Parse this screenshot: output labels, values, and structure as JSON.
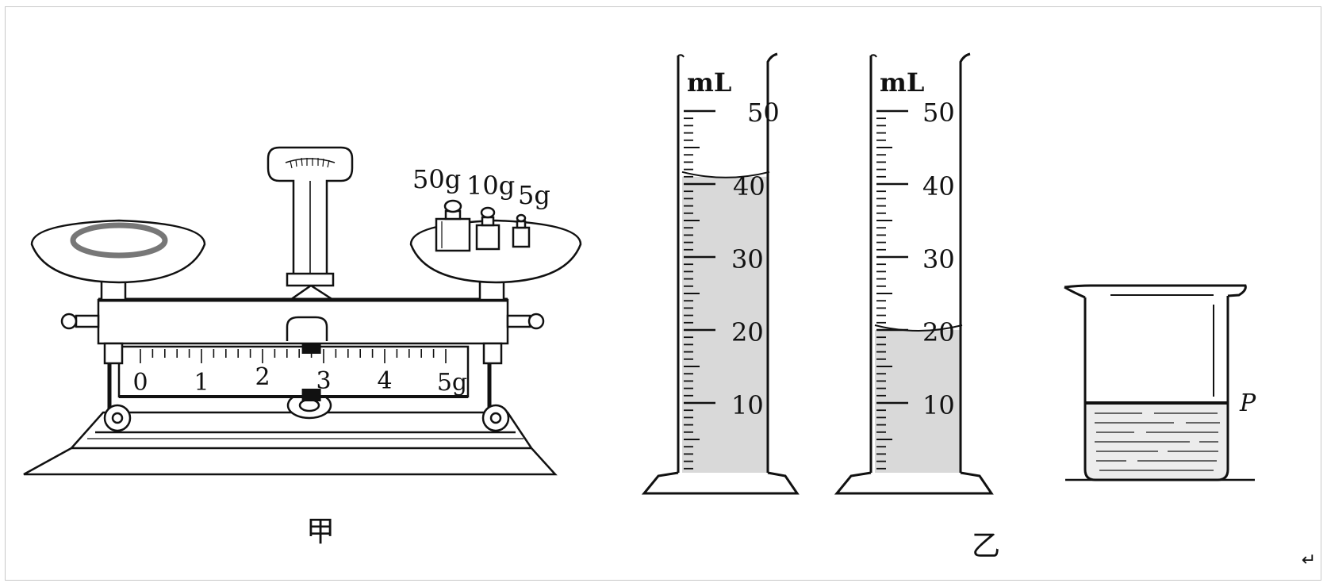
{
  "balance": {
    "weights": [
      "50g",
      "10g",
      "5g"
    ],
    "scale_numbers": [
      "0",
      "1",
      "2",
      "3",
      "4",
      "5g"
    ],
    "rider_reading": 2.8,
    "caption": "甲"
  },
  "cylinders": [
    {
      "unit": "mL",
      "labels": [
        "50",
        "40",
        "30",
        "20",
        "10"
      ],
      "liquid_level": 41
    },
    {
      "unit": "mL",
      "labels": [
        "50",
        "40",
        "30",
        "20",
        "10"
      ],
      "liquid_level": 20
    }
  ],
  "caption_yi": "乙",
  "beaker": {
    "mark": "P"
  },
  "return_mark": "↵"
}
